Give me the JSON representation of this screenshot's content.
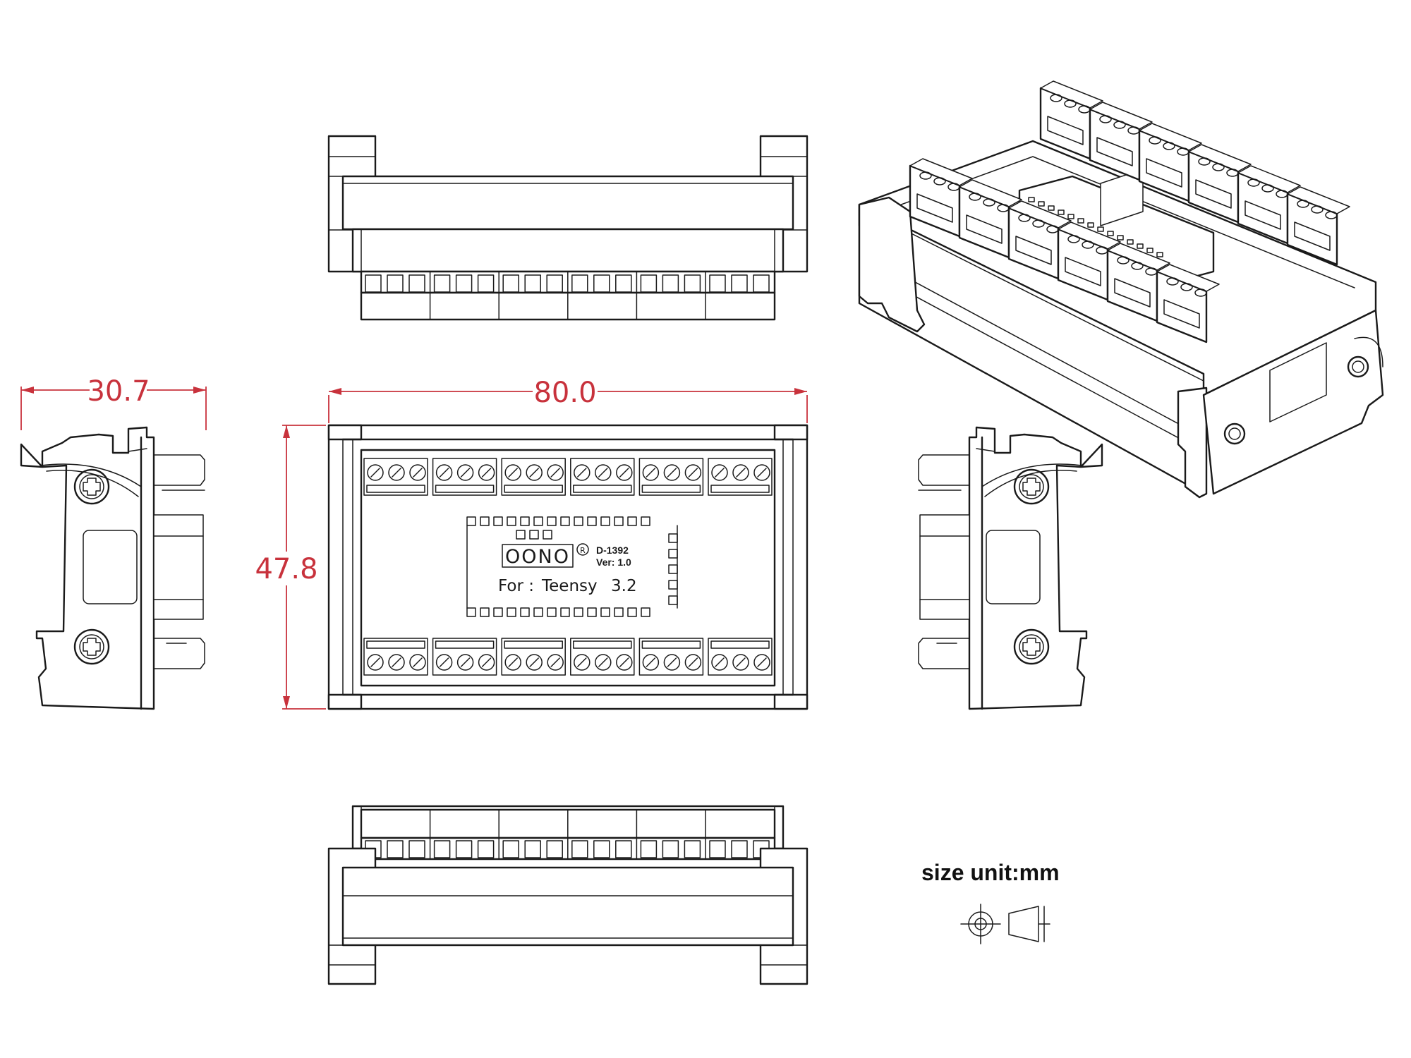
{
  "dimensions": {
    "width": "80.0",
    "height": "47.8",
    "depth": "30.7"
  },
  "pcb": {
    "logo": "OONO",
    "registered": "R",
    "model": "D-1392",
    "version": "Ver: 1.0",
    "for_label": "For :",
    "board": "Teensy",
    "board_version": "3.2"
  },
  "legend": {
    "unit": "size unit:mm"
  },
  "colors": {
    "line": "#1a1a1a",
    "dimension": "#c8323c"
  }
}
